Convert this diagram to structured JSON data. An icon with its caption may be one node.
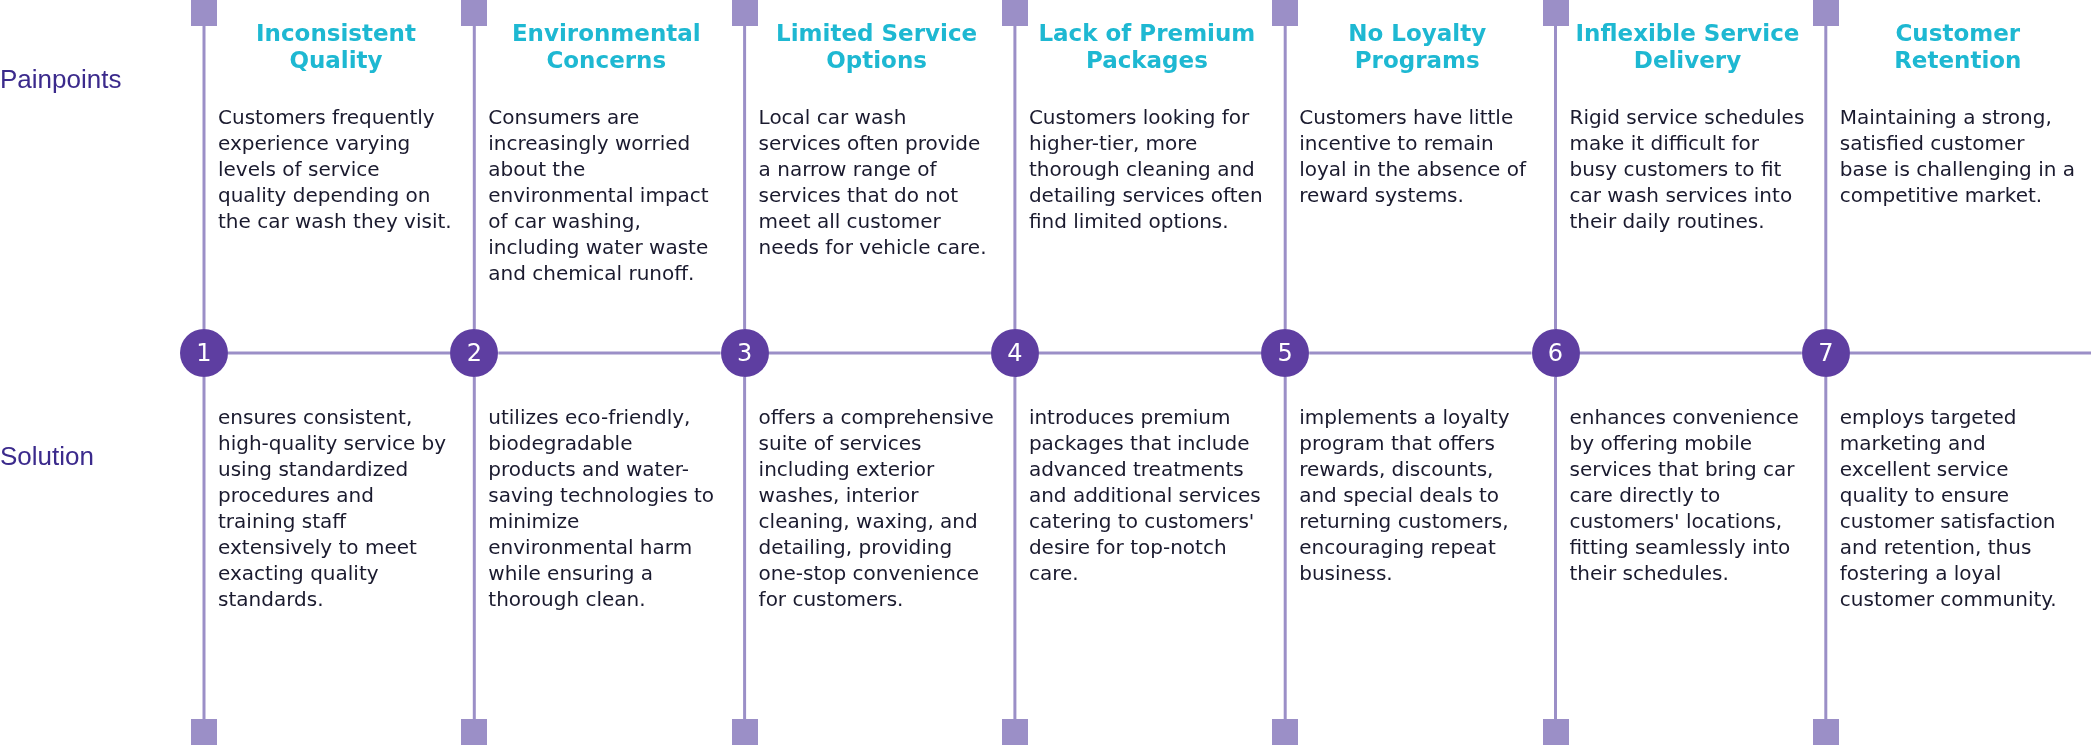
{
  "diagram": {
    "nodes": [
      {
        "text": [
          "Inconsistent Quality",
          "Customers frequently experience varying levels of service quality depending on the car wash they visit."
        ]
      },
      {
        "text": [
          "1"
        ]
      },
      {
        "text": [
          "ensures consistent, high-quality service by using standardized procedures and training staff extensively to meet exacting quality standards."
        ]
      },
      {
        "text": [
          "Environmental Concerns",
          "Consumers are increasingly worried about the environmental impact of car washing, including water waste and chemical runoff."
        ]
      },
      {
        "text": [
          "2"
        ]
      },
      {
        "text": [
          "utilizes eco-friendly, biodegradable products and water-saving technologies to minimize environmental harm while ensuring a thorough clean."
        ]
      },
      {
        "text": [
          "Limited Service Options",
          "Local car wash services often provide a narrow range of services that do not meet all customer needs for vehicle care."
        ]
      },
      {
        "text": [
          "3"
        ]
      },
      {
        "text": [
          "offers a comprehensive suite of services including exterior washes, interior cleaning, waxing, and detailing, providing one-stop convenience for customers."
        ]
      },
      {
        "text": [
          "Lack of Premium Packages",
          "Customers looking for higher-tier, more thorough cleaning and detailing services often find limited options."
        ]
      },
      {
        "text": [
          "4"
        ]
      },
      {
        "text": [
          "introduces premium packages that include advanced treatments and additional services catering to customers' desire for top-notch care."
        ]
      },
      {
        "text": [
          "No Loyalty Programs",
          "Customers have little incentive to remain loyal in the absence of reward systems."
        ]
      },
      {
        "text": [
          "5"
        ]
      },
      {
        "text": [
          "implements a loyalty program that offers rewards, discounts, and special deals to returning customers, encouraging repeat business."
        ]
      },
      {
        "text": [
          "Inflexible Service Delivery",
          "Rigid service schedules make it difficult for busy customers to fit car wash services into their daily routines."
        ]
      },
      {
        "text": [
          "6"
        ]
      },
      {
        "text": [
          "enhances convenience by offering mobile services that bring car care directly to customers' locations, fitting seamlessly into their schedules."
        ]
      },
      {
        "text": [
          "Customer Retention",
          "Maintaining a strong, satisfied customer base is challenging in a competitive market."
        ]
      },
      {
        "text": [
          "7"
        ]
      },
      {
        "text": [
          "employs targeted marketing and excellent service quality to ensure customer satisfaction and retention, thus fostering a loyal customer community."
        ]
      },
      {
        "text": [],
        "shape": "box"
      },
      {
        "text": [],
        "shape": "box"
      },
      {
        "text": [],
        "shape": "box"
      },
      {
        "text": [],
        "shape": "box"
      },
      {
        "text": [],
        "shape": "box"
      },
      {
        "text": [],
        "shape": "box"
      },
      {
        "text": [],
        "shape": "box"
      },
      {
        "text": [],
        "shape": "box"
      },
      {
        "text": [],
        "shape": "box"
      },
      {
        "text": [],
        "shape": "box"
      },
      {
        "text": [],
        "shape": "box"
      },
      {
        "text": [],
        "shape": "box"
      },
      {
        "text": [],
        "shape": "box"
      },
      {
        "text": [],
        "shape": "box"
      }
    ],
    "edges": [
      {
        "from": 21,
        "to": 1,
        "arrow": "none"
      },
      {
        "from": 1,
        "to": 28,
        "arrow": "none"
      },
      {
        "from": 22,
        "to": 4,
        "arrow": "none"
      },
      {
        "from": 4,
        "to": 29,
        "arrow": "none"
      },
      {
        "from": 23,
        "to": 7,
        "arrow": "none"
      },
      {
        "from": 7,
        "to": 30,
        "arrow": "none"
      },
      {
        "from": 24,
        "to": 10,
        "arrow": "none"
      },
      {
        "from": 10,
        "to": 31,
        "arrow": "none"
      },
      {
        "from": 25,
        "to": 13,
        "arrow": "none"
      },
      {
        "from": 13,
        "to": 32,
        "arrow": "none"
      },
      {
        "from": 26,
        "to": 16,
        "arrow": "none"
      },
      {
        "from": 16,
        "to": 33,
        "arrow": "none"
      },
      {
        "from": 27,
        "to": 19,
        "arrow": "none"
      },
      {
        "from": 19,
        "to": 34,
        "arrow": "none"
      },
      {
        "from": 1,
        "to": 4,
        "arrow": "none"
      },
      {
        "from": 4,
        "to": 7,
        "arrow": "none"
      },
      {
        "from": 7,
        "to": 10,
        "arrow": "none"
      },
      {
        "from": 10,
        "to": 13,
        "arrow": "none"
      },
      {
        "from": 13,
        "to": 16,
        "arrow": "none"
      },
      {
        "from": 16,
        "to": 19,
        "arrow": "none"
      },
      {
        "from": 19,
        "to": null,
        "arrow": "none"
      }
    ],
    "labels": [
      "Painpoints",
      "Solution"
    ]
  }
}
